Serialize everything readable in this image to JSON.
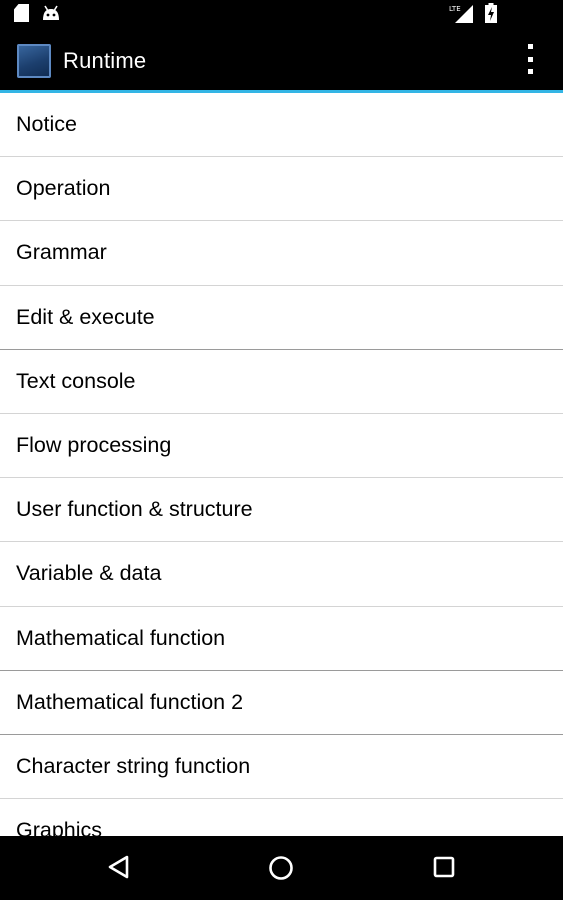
{
  "statusbar": {
    "icons_left": [
      "sd-card-icon",
      "android-icon"
    ],
    "icons_right": [
      "lte-signal-icon",
      "battery-charging-icon"
    ],
    "network_label": "LTE"
  },
  "actionbar": {
    "title": "Runtime",
    "icon": "app-icon",
    "menu_icon": "overflow-menu-icon",
    "accent_color": "#33b5e5"
  },
  "list": {
    "items": [
      {
        "label": "Notice"
      },
      {
        "label": "Operation"
      },
      {
        "label": "Grammar"
      },
      {
        "label": "Edit & execute"
      },
      {
        "label": "Text console"
      },
      {
        "label": "Flow processing"
      },
      {
        "label": "User function & structure"
      },
      {
        "label": "Variable & data"
      },
      {
        "label": "Mathematical function"
      },
      {
        "label": "Mathematical function 2"
      },
      {
        "label": "Character string function"
      },
      {
        "label": "Graphics"
      }
    ]
  },
  "navbar": {
    "buttons": [
      "back-icon",
      "home-icon",
      "recents-icon"
    ]
  }
}
